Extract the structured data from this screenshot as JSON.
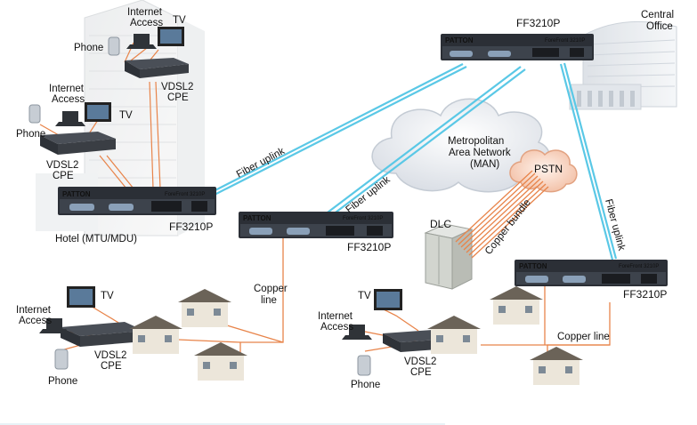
{
  "labels": {
    "ff_top": "FF3210P",
    "central_office": [
      "Central",
      "Office"
    ],
    "metro": [
      "Metropolitan",
      "Area Network",
      "(MAN)"
    ],
    "pstn": "PSTN",
    "dlc": "DLC",
    "copper_bundle": "Copper bundle",
    "fiber_uplink": "Fiber uplink",
    "ff_hotel": "FF3210P",
    "hotel": "Hotel (MTU/MDU)",
    "ff_mid": "FF3210P",
    "ff_right": "FF3210P",
    "copper_line_left": [
      "Copper",
      "line"
    ],
    "copper_line_right": "Copper line",
    "internet_access": [
      "Internet",
      "Access"
    ],
    "tv": "TV",
    "phone": "Phone",
    "vdsl2_cpe": [
      "VDSL2",
      "CPE"
    ]
  },
  "device": {
    "brand": "PATTON",
    "model": "ForeFront 3210P"
  },
  "colors": {
    "fiber": "#5ac8e6",
    "copper": "#e8844a",
    "cloud": "#eef0f4",
    "device_body": "#2b2f36",
    "device_front": "#3d434c",
    "cpe_body": "#3a3e44"
  }
}
